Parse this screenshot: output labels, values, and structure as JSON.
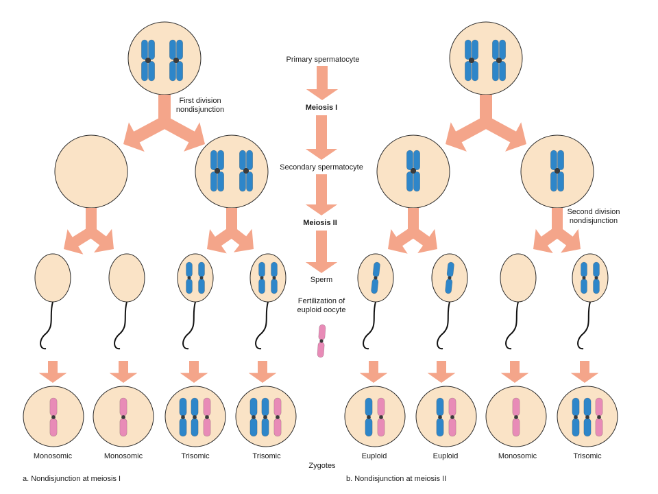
{
  "labels": {
    "primary_spermatocyte": "Primary spermatocyte",
    "meiosis_1": "Meiosis I",
    "secondary_spermatocyte": "Secondary spermatocyte",
    "meiosis_2": "Meiosis II",
    "sperm": "Sperm",
    "fertilization_line1": "Fertilization of",
    "fertilization_line2": "euploid oocyte",
    "zygotes": "Zygotes",
    "first_div_line1": "First division",
    "first_div_line2": "nondisjunction",
    "second_div_line1": "Second division",
    "second_div_line2": "nondisjunction"
  },
  "panel_a": {
    "caption": "a. Nondisjunction at meiosis I",
    "zygotes": [
      "Monosomic",
      "Monosomic",
      "Trisomic",
      "Trisomic"
    ]
  },
  "panel_b": {
    "caption": "b. Nondisjunction at meiosis II",
    "zygotes": [
      "Euploid",
      "Euploid",
      "Monosomic",
      "Trisomic"
    ]
  },
  "colors": {
    "cell": "#fae3c6",
    "cell_stroke": "#2b2b2b",
    "arrow": "#f4a58a",
    "chromosome_blue": "#2e86c9",
    "chromosome_pink": "#e88bb7"
  }
}
